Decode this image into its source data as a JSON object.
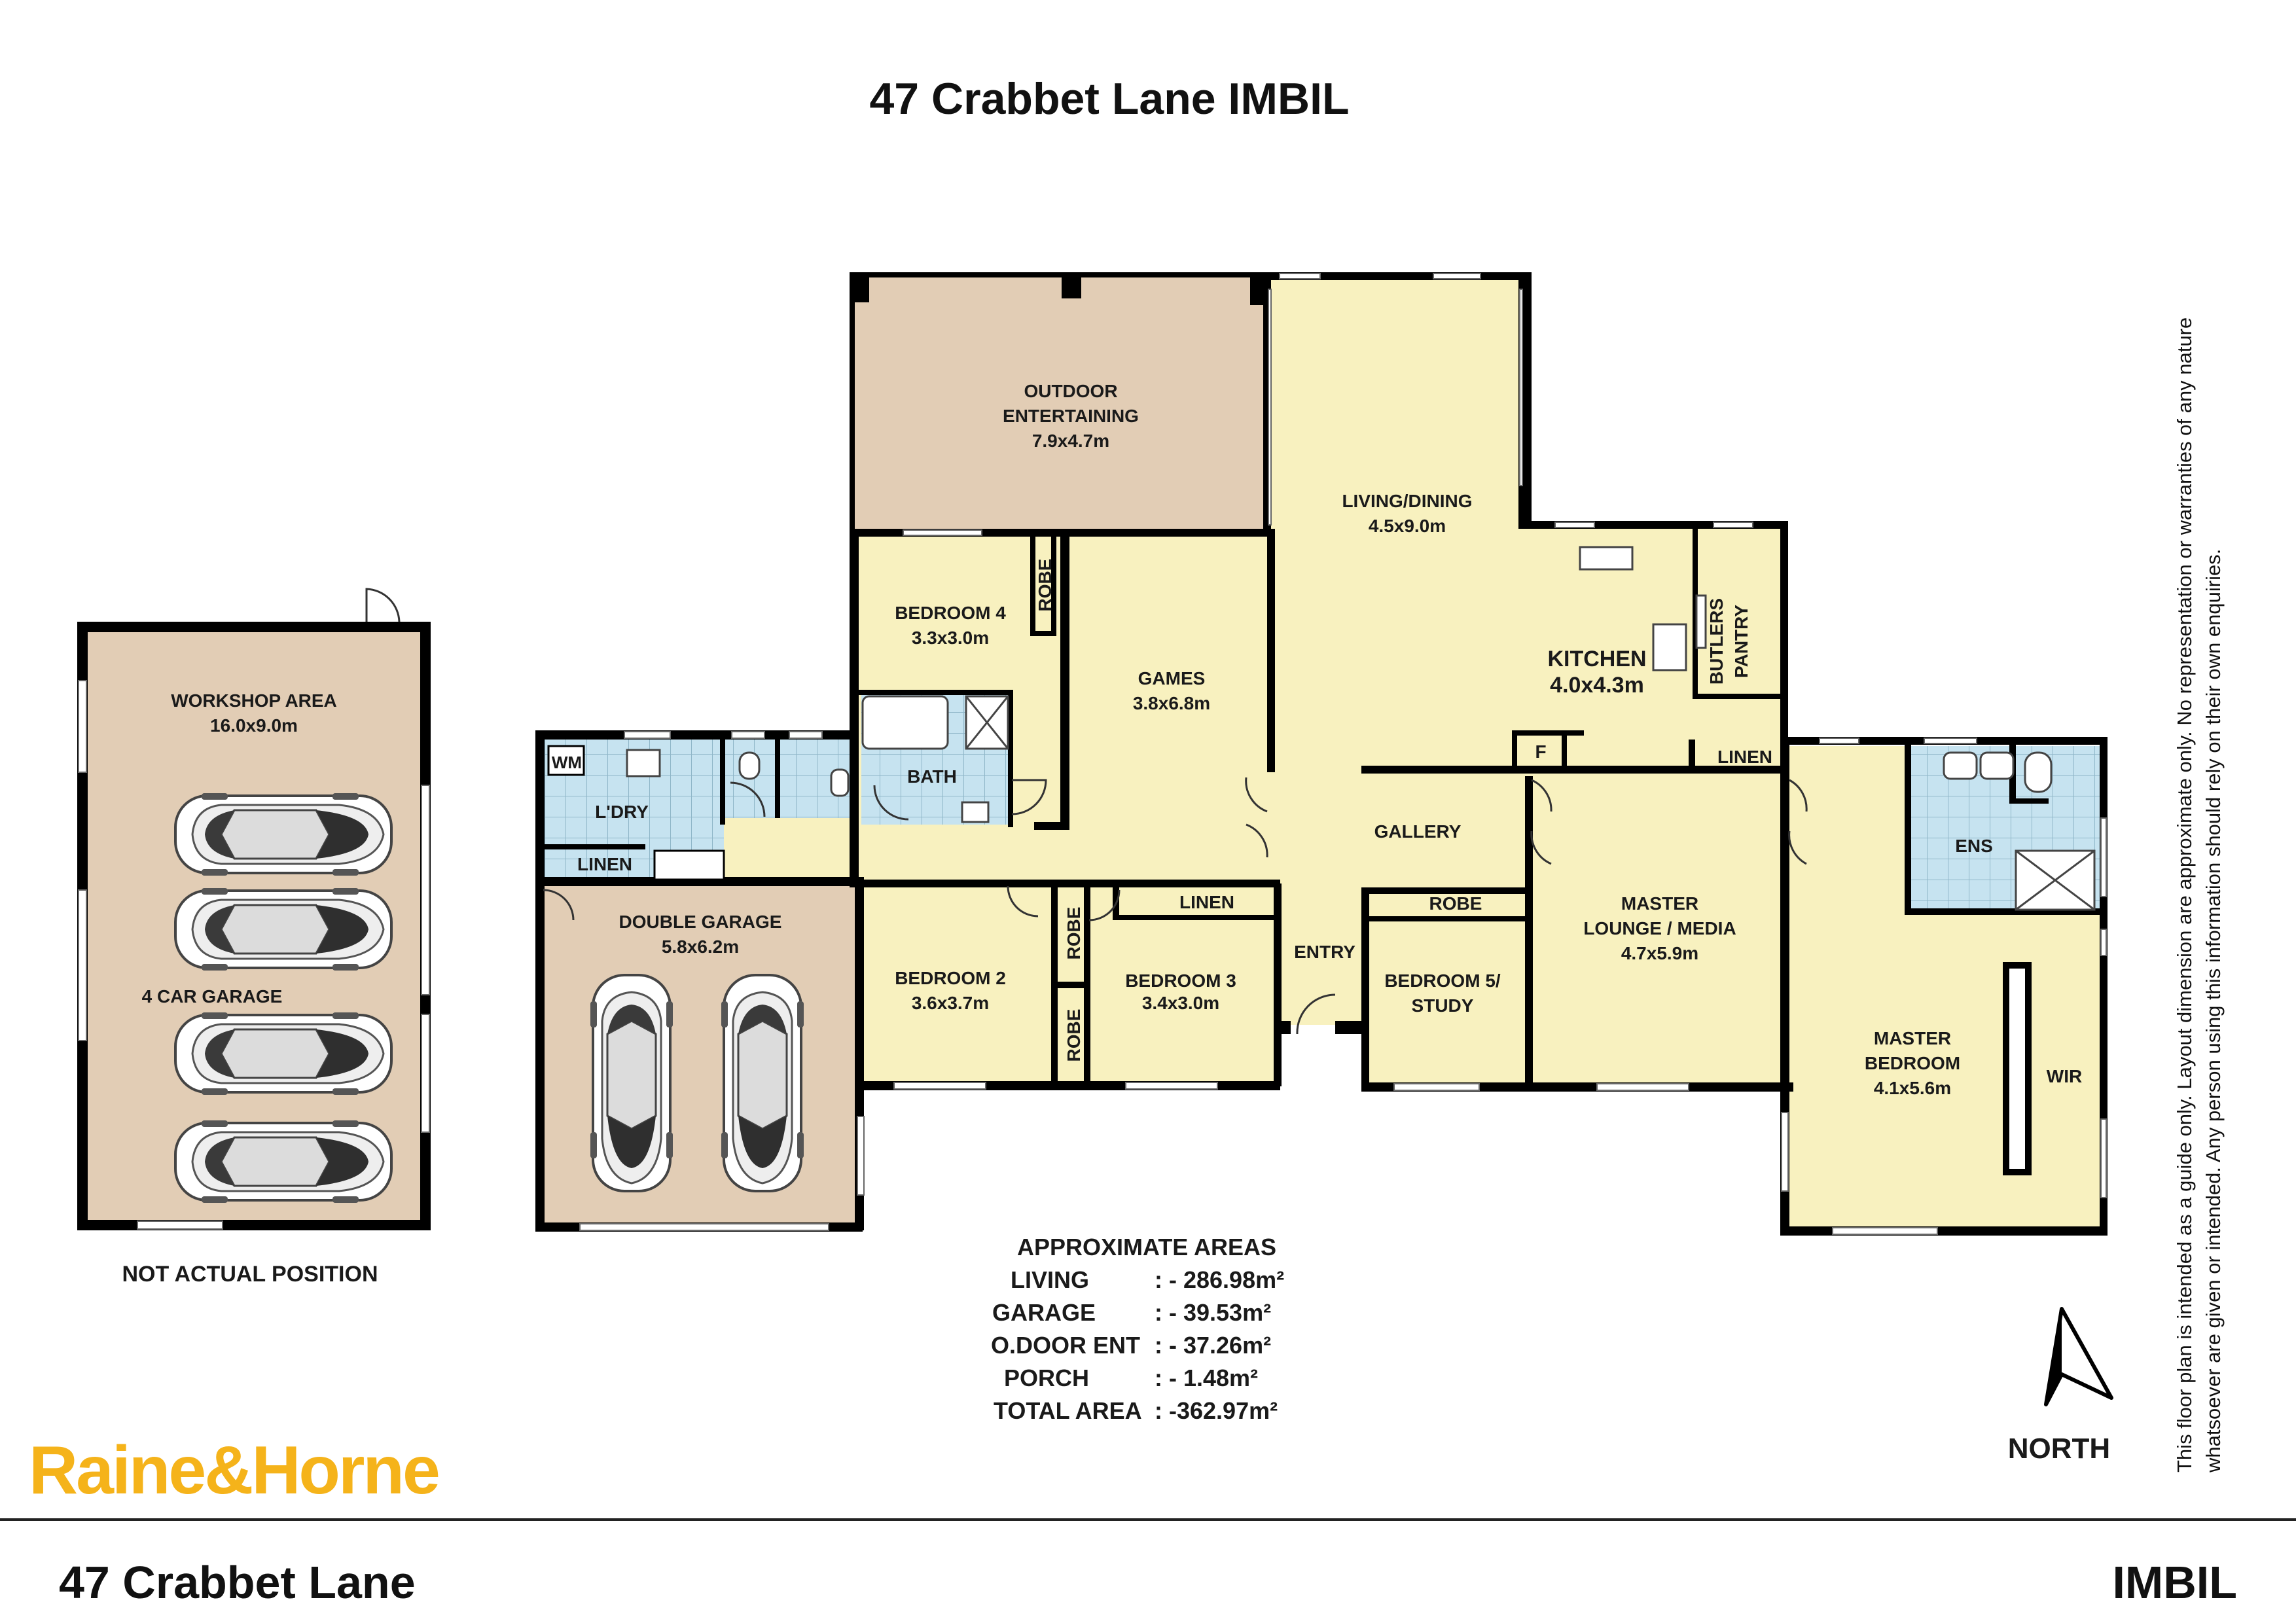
{
  "header": {
    "title": "47 Crabbet Lane IMBIL"
  },
  "rooms": {
    "outdoor_entertaining": {
      "name_line1": "OUTDOOR",
      "name_line2": "ENTERTAINING",
      "size": "7.9x4.7m"
    },
    "living_dining": {
      "name": "LIVING/DINING",
      "size": "4.5x9.0m"
    },
    "kitchen": {
      "name": "KITCHEN",
      "size": "4.0x4.3m"
    },
    "butlers_pantry": {
      "name_line1": "BUTLERS",
      "name_line2": "PANTRY"
    },
    "fridge": {
      "label": "F"
    },
    "bedroom4": {
      "name": "BEDROOM 4",
      "size": "3.3x3.0m",
      "robe": "ROBE"
    },
    "games": {
      "name": "GAMES",
      "size": "3.8x6.8m"
    },
    "bath": {
      "name": "BATH"
    },
    "laundry": {
      "name": "L'DRY",
      "wm": "WM",
      "linen": "LINEN"
    },
    "gallery": {
      "name": "GALLERY"
    },
    "double_garage": {
      "name": "DOUBLE GARAGE",
      "size": "5.8x6.2m"
    },
    "bedroom2": {
      "name": "BEDROOM 2",
      "size": "3.6x3.7m",
      "robe_top": "ROBE",
      "robe_bottom": "ROBE"
    },
    "bedroom3": {
      "name": "BEDROOM 3",
      "size": "3.4x3.0m",
      "linen": "LINEN"
    },
    "entry": {
      "name": "ENTRY"
    },
    "bedroom5": {
      "name_line1": "BEDROOM 5/",
      "name_line2": "STUDY",
      "robe": "ROBE"
    },
    "master_lounge": {
      "name_line1": "MASTER",
      "name_line2": "LOUNGE / MEDIA",
      "size": "4.7x5.9m",
      "linen": "LINEN"
    },
    "master_bedroom": {
      "name_line1": "MASTER",
      "name_line2": "BEDROOM",
      "size": "4.1x5.6m",
      "wir": "WIR"
    },
    "ensuite": {
      "name": "ENS"
    },
    "workshop": {
      "name": "WORKSHOP AREA",
      "size": "16.0x9.0m",
      "garage": "4 CAR GARAGE"
    }
  },
  "note_position": "NOT ACTUAL POSITION",
  "areas": {
    "heading": "APPROXIMATE AREAS",
    "rows": [
      {
        "label": "LIVING",
        "value": ":  - 286.98m²"
      },
      {
        "label": "GARAGE",
        "value": ":  - 39.53m²"
      },
      {
        "label": "O.DOOR ENT",
        "value": ":  - 37.26m²"
      },
      {
        "label": "PORCH",
        "value": ":  - 1.48m²"
      },
      {
        "label": "TOTAL AREA",
        "value": ": -362.97m²"
      }
    ]
  },
  "compass": {
    "label": "NORTH"
  },
  "brand": {
    "logo_text": "Raine&Horne",
    "color": "#f5b31a"
  },
  "disclaimer": "This floor plan is intended as a guide only. Layout dimension are approximate only. No representation or warranties of any nature whatsoever are given or intended. Any person using this information should rely on their own enquiries.",
  "footer": {
    "address": "47 Crabbet Lane",
    "suburb": "IMBIL"
  },
  "colors": {
    "living": "#f8f1bf",
    "outdoor": "#e2cdb5",
    "garage": "#e2cdb5",
    "wet": "#c6e3f0",
    "walls": "#000000"
  }
}
